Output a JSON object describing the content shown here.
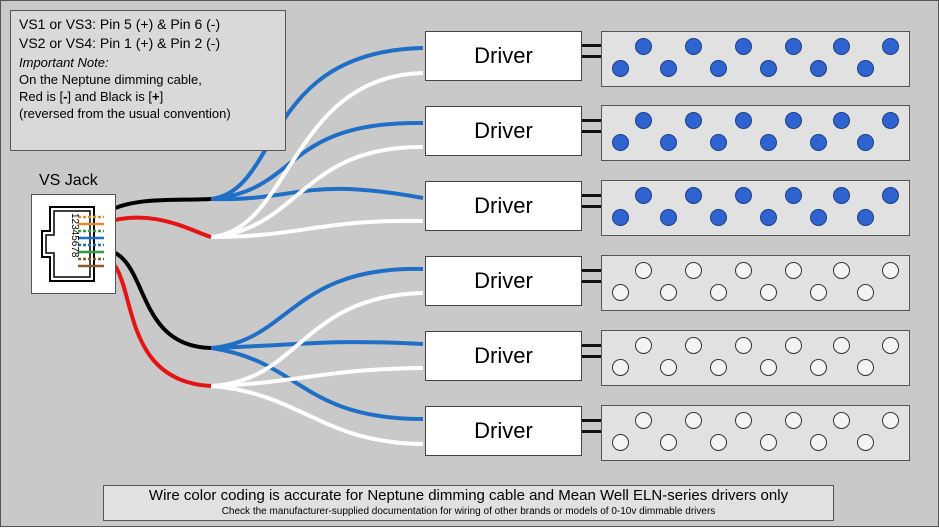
{
  "note": {
    "line1": "VS1 or VS3: Pin 5 (+) & Pin 6 (-)",
    "line2": "VS2 or VS4: Pin 1 (+) & Pin 2 (-)",
    "important_title": "Important Note:",
    "line3": "On the Neptune dimming cable,",
    "line4_prefix": "Red is [",
    "line4_minus": "-",
    "line4_mid": "] and Black is [",
    "line4_plus": "+",
    "line4_suffix": "]",
    "line5": "(reversed from the usual convention)"
  },
  "jack": {
    "label": "VS Jack",
    "pins": "12345678"
  },
  "drivers": [
    {
      "label": "Driver",
      "leds": "blue"
    },
    {
      "label": "Driver",
      "leds": "blue"
    },
    {
      "label": "Driver",
      "leds": "blue"
    },
    {
      "label": "Driver",
      "leds": "white"
    },
    {
      "label": "Driver",
      "leds": "white"
    },
    {
      "label": "Driver",
      "leds": "white"
    }
  ],
  "footer": {
    "line1": "Wire color coding is accurate for Neptune dimming cable and Mean Well ELN-series drivers only",
    "line2": "Check the manufacturer-supplied documentation for wiring of other brands or models of 0-10v dimmable drivers"
  },
  "colors": {
    "blue_wire": "#1f6fc7",
    "red_wire": "#e41414",
    "black_wire": "#000000",
    "white_wire": "#ffffff",
    "led_blue": "#2f63cf",
    "led_white": "#f4f4f4",
    "background": "#c9c9c9"
  }
}
